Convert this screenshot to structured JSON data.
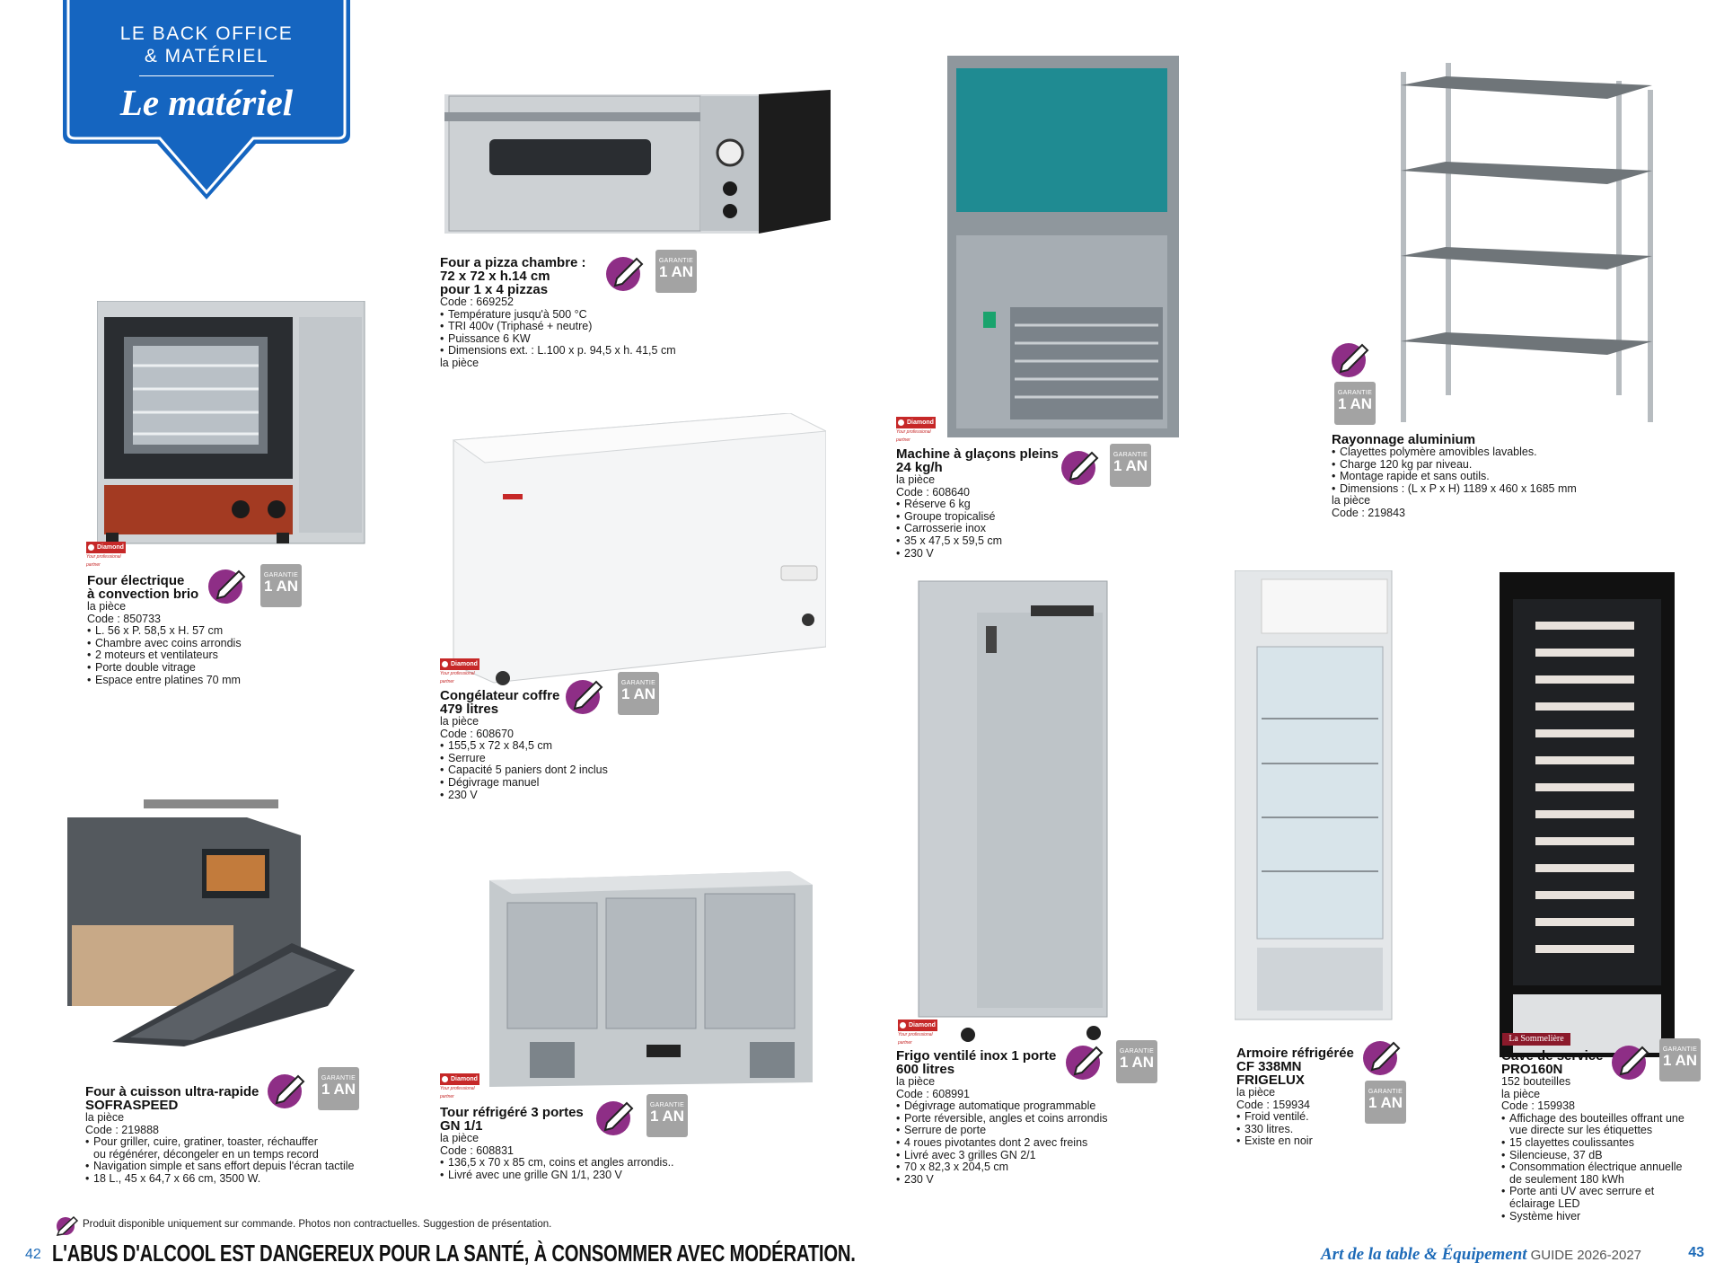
{
  "header": {
    "line1": "LE BACK OFFICE",
    "line2": "& MATÉRIEL",
    "title": "Le matériel",
    "color": "#1565c0"
  },
  "warranty": {
    "label": "GARANTIE",
    "value": "1 AN"
  },
  "brand_logo": {
    "name": "Diamond",
    "tagline": "Your professional partner"
  },
  "products": {
    "four_electrique": {
      "name": [
        "Four électrique",
        "à convection brio"
      ],
      "unit": "la pièce",
      "code": "Code : 850733",
      "specs": [
        "L. 56 x P. 58,5 x H. 57 cm",
        "Chambre avec coins arrondis",
        "2 moteurs et ventilateurs",
        "Porte double vitrage",
        "Espace entre platines 70 mm"
      ]
    },
    "four_pizza": {
      "name": [
        "Four a pizza chambre :",
        "72 x 72 x h.14 cm",
        "pour 1 x 4 pizzas"
      ],
      "code": "Code : 669252",
      "specs": [
        "Température jusqu'à 500 °C",
        "TRI 400v (Triphasé + neutre)",
        "Puissance 6 KW",
        "Dimensions ext. : L.100 x p. 94,5 x h. 41,5 cm"
      ],
      "unit": "la pièce"
    },
    "machine_glacons": {
      "name": [
        "Machine à glaçons pleins",
        "24 kg/h"
      ],
      "unit": "la pièce",
      "code": "Code : 608640",
      "specs": [
        "Réserve 6 kg",
        "Groupe tropicalisé",
        "Carrosserie inox",
        "35 x 47,5 x 59,5 cm",
        "230 V"
      ]
    },
    "rayonnage": {
      "name": [
        "Rayonnage aluminium"
      ],
      "specs": [
        "Clayettes polymère amovibles lavables.",
        "Charge 120 kg par niveau.",
        "Montage rapide et sans outils.",
        "Dimensions : (L x P x H) 1189 x 460 x 1685 mm"
      ],
      "unit": "la pièce",
      "code": "Code : 219843"
    },
    "congelateur": {
      "name": [
        "Congélateur coffre",
        "479 litres"
      ],
      "unit": "la pièce",
      "code": "Code : 608670",
      "specs": [
        "155,5 x 72 x 84,5 cm",
        "Serrure",
        "Capacité 5 paniers dont 2 inclus",
        "Dégivrage manuel",
        "230 V"
      ]
    },
    "four_cuisson": {
      "name": [
        "Four à cuisson ultra-rapide",
        "SOFRASPEED"
      ],
      "unit": "la pièce",
      "code": "Code : 219888",
      "specs": [
        "Pour griller, cuire, gratiner, toaster, réchauffer ou régénérer, décongeler en un temps record",
        "Navigation simple et sans effort depuis l'écran tactile",
        "18 L., 45 x 64,7 x 66 cm, 3500 W."
      ]
    },
    "tour_refrigere": {
      "name": [
        "Tour réfrigéré 3 portes",
        "GN 1/1"
      ],
      "unit": "la pièce",
      "code": "Code : 608831",
      "specs": [
        "136,5 x 70 x 85 cm, coins et angles arrondis..",
        "Livré avec une grille GN 1/1, 230 V"
      ]
    },
    "frigo_ventile": {
      "name": [
        "Frigo ventilé inox 1 porte",
        "600 litres"
      ],
      "unit": "la pièce",
      "code": "Code : 608991",
      "specs": [
        "Dégivrage automatique programmable",
        "Porte réversible, angles et coins arrondis",
        "Serrure de porte",
        "4 roues pivotantes dont 2 avec freins",
        "Livré avec 3 grilles GN 2/1",
        "70 x 82,3 x 204,5 cm",
        "230 V"
      ]
    },
    "armoire": {
      "name": [
        "Armoire réfrigérée",
        "CF 338MN",
        "FRIGELUX"
      ],
      "unit": "la pièce",
      "code": "Code : 159934",
      "specs": [
        "Froid ventilé.",
        "330 litres.",
        "Existe en noir"
      ]
    },
    "cave": {
      "brand": "La Sommelière",
      "name": [
        "Cave de service",
        "PRO160N"
      ],
      "subtitle": "152 bouteilles",
      "unit": "la pièce",
      "code": "Code : 159938",
      "specs": [
        "Affichage des bouteilles offrant une vue directe sur les étiquettes",
        "15 clayettes coulissantes",
        "Silencieuse, 37 dB",
        "Consommation électrique annuelle de seulement 180 kWh",
        "Porte anti UV avec serrure et éclairage LED",
        "Système hiver"
      ]
    }
  },
  "footer": {
    "note": "Produit disponible uniquement sur commande.  Photos non contractuelles. Suggestion de présentation.",
    "page_left": "42",
    "slogan": "L'ABUS D'ALCOOL EST DANGEREUX POUR LA SANTÉ, À CONSOMMER AVEC MODÉRATION.",
    "guide_title": "Art de la table & Équipement",
    "guide_sub": "GUIDE 2026-2027",
    "page_right": "43"
  }
}
